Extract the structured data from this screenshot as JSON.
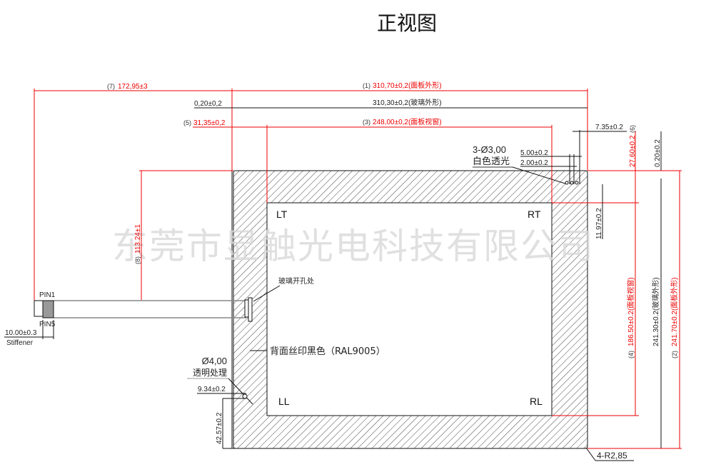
{
  "title": "正视图",
  "watermark": "东莞市显触光电科技有限公司",
  "colors": {
    "dimension_red": "#e00000",
    "line_black": "#111111",
    "watermark": "#d9d9d9"
  },
  "dimensions": {
    "d7": {
      "tag": "(7)",
      "value": "172,95±3"
    },
    "d1": {
      "tag": "(1)",
      "value": "310,70±0,2(面板外形)"
    },
    "glass_offset": "0,20±0,2",
    "glass_width": "310,30±0,2(玻璃外形)",
    "d5": {
      "tag": "(5)",
      "value": "31,35±0,2"
    },
    "d3": {
      "tag": "(3)",
      "value": "248,00±0,2(面板视窗)"
    },
    "d6": {
      "tag": "(6)",
      "value": "7.35±0.2"
    },
    "d6_vert": "27.60±0.2",
    "top_offset": "0.20±0.2",
    "hole_5": "5.00±0.2",
    "hole_2": "2.00±0.2",
    "d11_97": "11.97±0.2",
    "d4": {
      "tag": "(4)",
      "value": "186.50±0.2(面板视窗)"
    },
    "glass_height": "241.30±0.2(玻璃外形)",
    "d2": {
      "tag": "(2)",
      "value": "241.70±0.2(面板外形)"
    },
    "d8": {
      "tag": "(8)",
      "value": "113.24±1"
    },
    "d9_34": "9.34±0.2",
    "d42_57": "42.57±0.2",
    "stiffener_dim": "10.00±0.3",
    "radius": "4-R2,85"
  },
  "notes": {
    "holes": "3-Ø3,00",
    "holes_desc": "白色透光",
    "glass_hole": "玻璃开孔处",
    "back_print": "背面丝印黑色（RAL9005）",
    "round_hole": "Ø4,00",
    "round_hole_desc": "透明处理",
    "stiffener": "Stiffener",
    "pin1": "PIN1",
    "pin5": "PIN5"
  },
  "corners": {
    "lt": "LT",
    "rt": "RT",
    "ll": "LL",
    "rl": "RL"
  }
}
